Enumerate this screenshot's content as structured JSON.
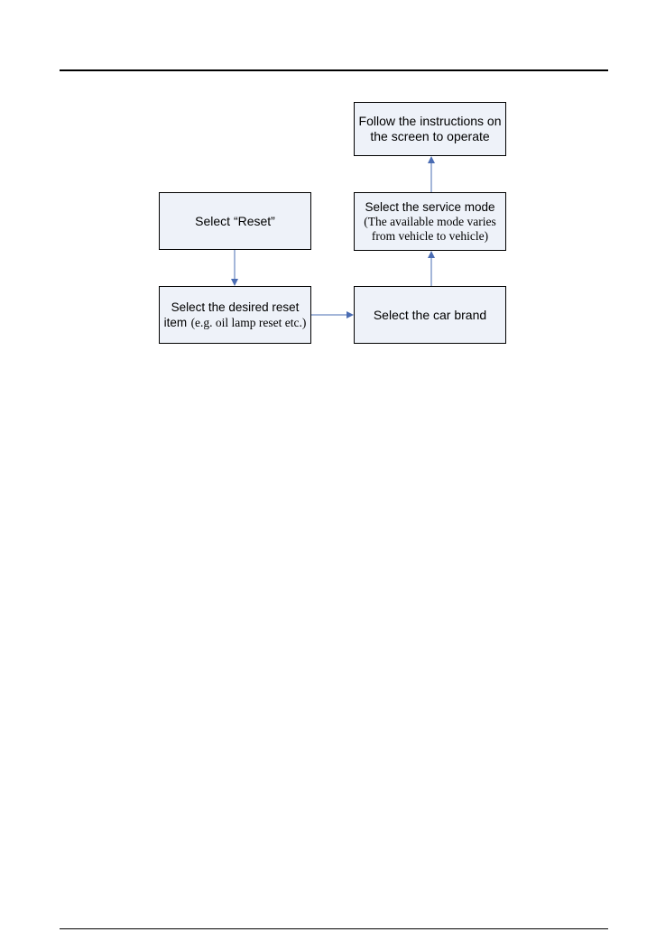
{
  "flowchart": {
    "follow_instructions": "Follow the instructions on the screen to operate",
    "select_service_mode": {
      "title": "Select the service mode",
      "note": "(The available mode varies from vehicle to vehicle)"
    },
    "select_reset": "Select “Reset”",
    "select_reset_item": {
      "title": "Select the desired reset",
      "lead": "item",
      "note": "(e.g. oil lamp reset etc.)"
    },
    "select_car_brand": "Select the car brand"
  },
  "colors": {
    "box_fill": "#eef2f9",
    "arrow": "#4a6cb3"
  }
}
